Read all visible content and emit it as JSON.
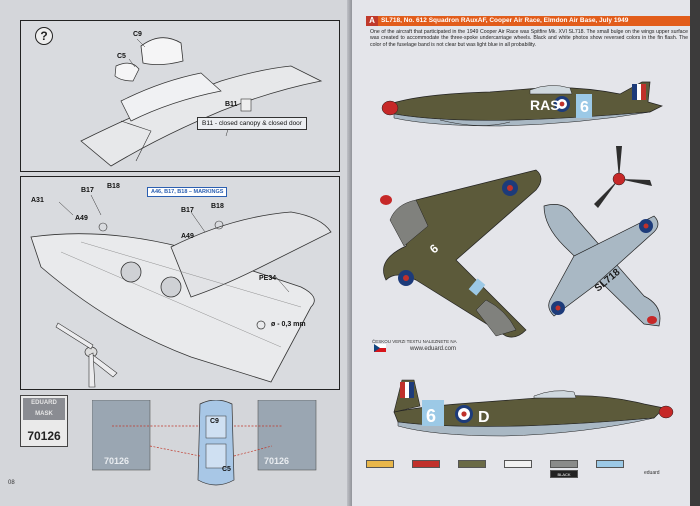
{
  "left_page": {
    "help_icon": "?",
    "top_panel": {
      "callouts": [
        "C9",
        "C5",
        "B11"
      ],
      "note": "B11 - closed canopy & closed door"
    },
    "main_panel": {
      "callouts": [
        "A31",
        "B17",
        "B18",
        "A49",
        "B17",
        "B18",
        "A49",
        "PE34"
      ],
      "markings_note": "A46, B17, B18 – MARKINGS",
      "dimension": "ø - 0,3 mm"
    },
    "mask": {
      "brand": "EDUARD MASK",
      "code": "70126"
    },
    "mask_sheet": {
      "labels": [
        "C9",
        "C5"
      ],
      "codes": [
        "70126",
        "70126"
      ]
    },
    "page_number": "08"
  },
  "right_page": {
    "header": {
      "letter": "A",
      "title": "SL718, No. 612 Squadron RAuxAF, Cooper Air Race, Elmdon Air Base, July 1949"
    },
    "description": "One of the aircraft that participated in the 1949 Cooper Air Race was Spitfire Mk. XVI SL718. The small bulge on the wings upper surface was created to accommodate the three-spoke undercarriage wheels. Black and white photos show reversed colors in the fin flash. The color of the fuselage band is not clear but was light blue in all probability.",
    "codes": {
      "top_side": "RAS",
      "top_number": "6",
      "bottom_letter": "6",
      "underside": "SL718",
      "lower_side_left": "6",
      "lower_side_right": "D"
    },
    "czech_note": "ČESKOU VERZI TEXTU NALEZNETE NA",
    "url": "www.eduard.com",
    "swatch_labels": [
      "",
      "",
      "",
      "",
      "",
      "",
      "BLACK"
    ],
    "brand_footer": "eduard",
    "colors": {
      "header_orange": "#e25d1b",
      "camo_green": "#5c5a3a",
      "camo_grey": "#80817d",
      "sky": "#a9b8c4",
      "roundel_red": "#c0312b",
      "roundel_blue": "#1d3b7a",
      "band_blue": "#9cc9e6",
      "spinner_red": "#c62828"
    }
  }
}
